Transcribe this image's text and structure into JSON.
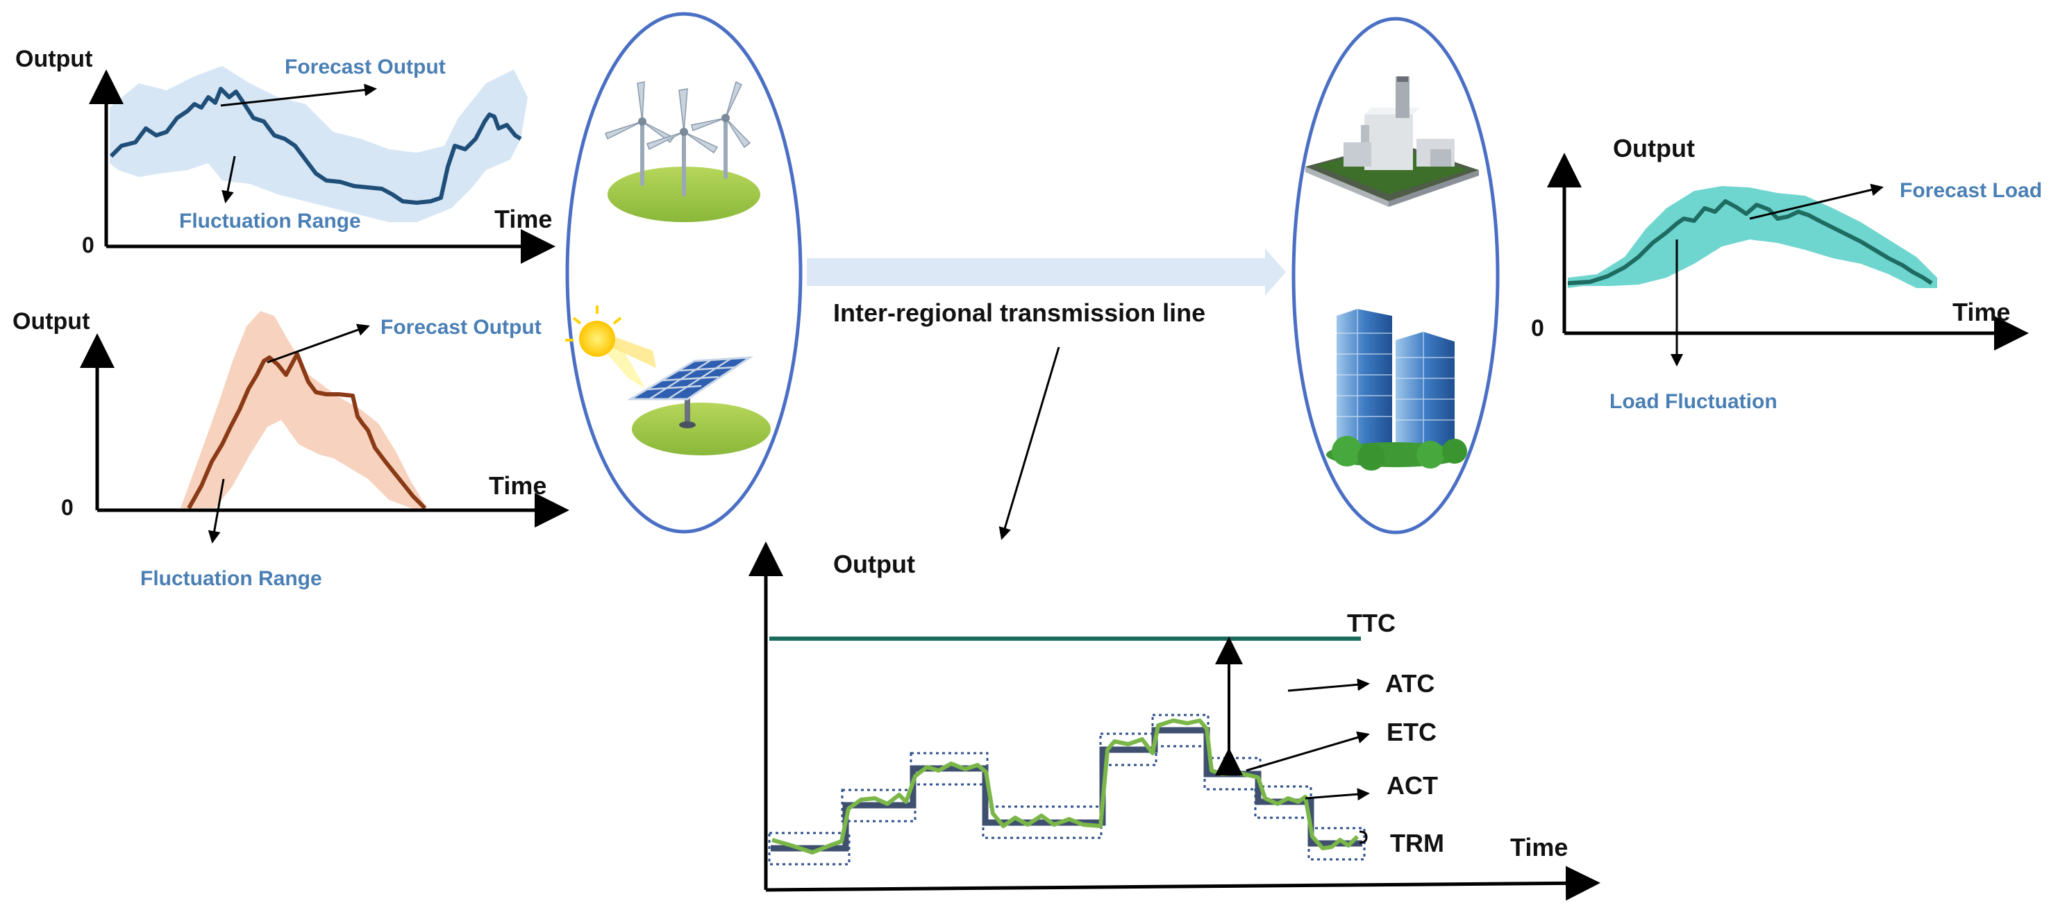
{
  "colors": {
    "wind_line": "#1f4e79",
    "wind_band": "#d6e6f5",
    "solar_line": "#8b3a16",
    "solar_band": "#f7d3bf",
    "load_line": "#1e6b62",
    "load_band": "#6fd6cf",
    "ellipse": "#4a6fc4",
    "arrow": "#dce8f6",
    "ttc": "#1a6b5c",
    "step": "#3f4f6f",
    "actual": "#7ab648",
    "label_blue": "#4a7fb5"
  },
  "wind_chart": {
    "y_label": "Output",
    "x_label": "Time",
    "zero": "0",
    "forecast_label": "Forecast Output",
    "range_label": "Fluctuation Range"
  },
  "solar_chart": {
    "y_label": "Output",
    "x_label": "Time",
    "zero": "0",
    "forecast_label": "Forecast Output",
    "range_label": "Fluctuation Range"
  },
  "load_chart": {
    "y_label": "Output",
    "x_label": "Time",
    "zero": "0",
    "forecast_label": "Forecast Load",
    "range_label": "Load Fluctuation"
  },
  "generation": {
    "icons": [
      "wind-turbines-icon",
      "solar-panel-icon"
    ]
  },
  "consumers": {
    "icons": [
      "power-plant-icon",
      "office-buildings-icon"
    ]
  },
  "transmission": {
    "label": "Inter-regional transmission line"
  },
  "capacity_chart": {
    "y_label": "Output",
    "x_label": "Time",
    "labels": {
      "ttc": "TTC",
      "atc": "ATC",
      "etc": "ETC",
      "act": "ACT",
      "trm": "TRM"
    }
  }
}
